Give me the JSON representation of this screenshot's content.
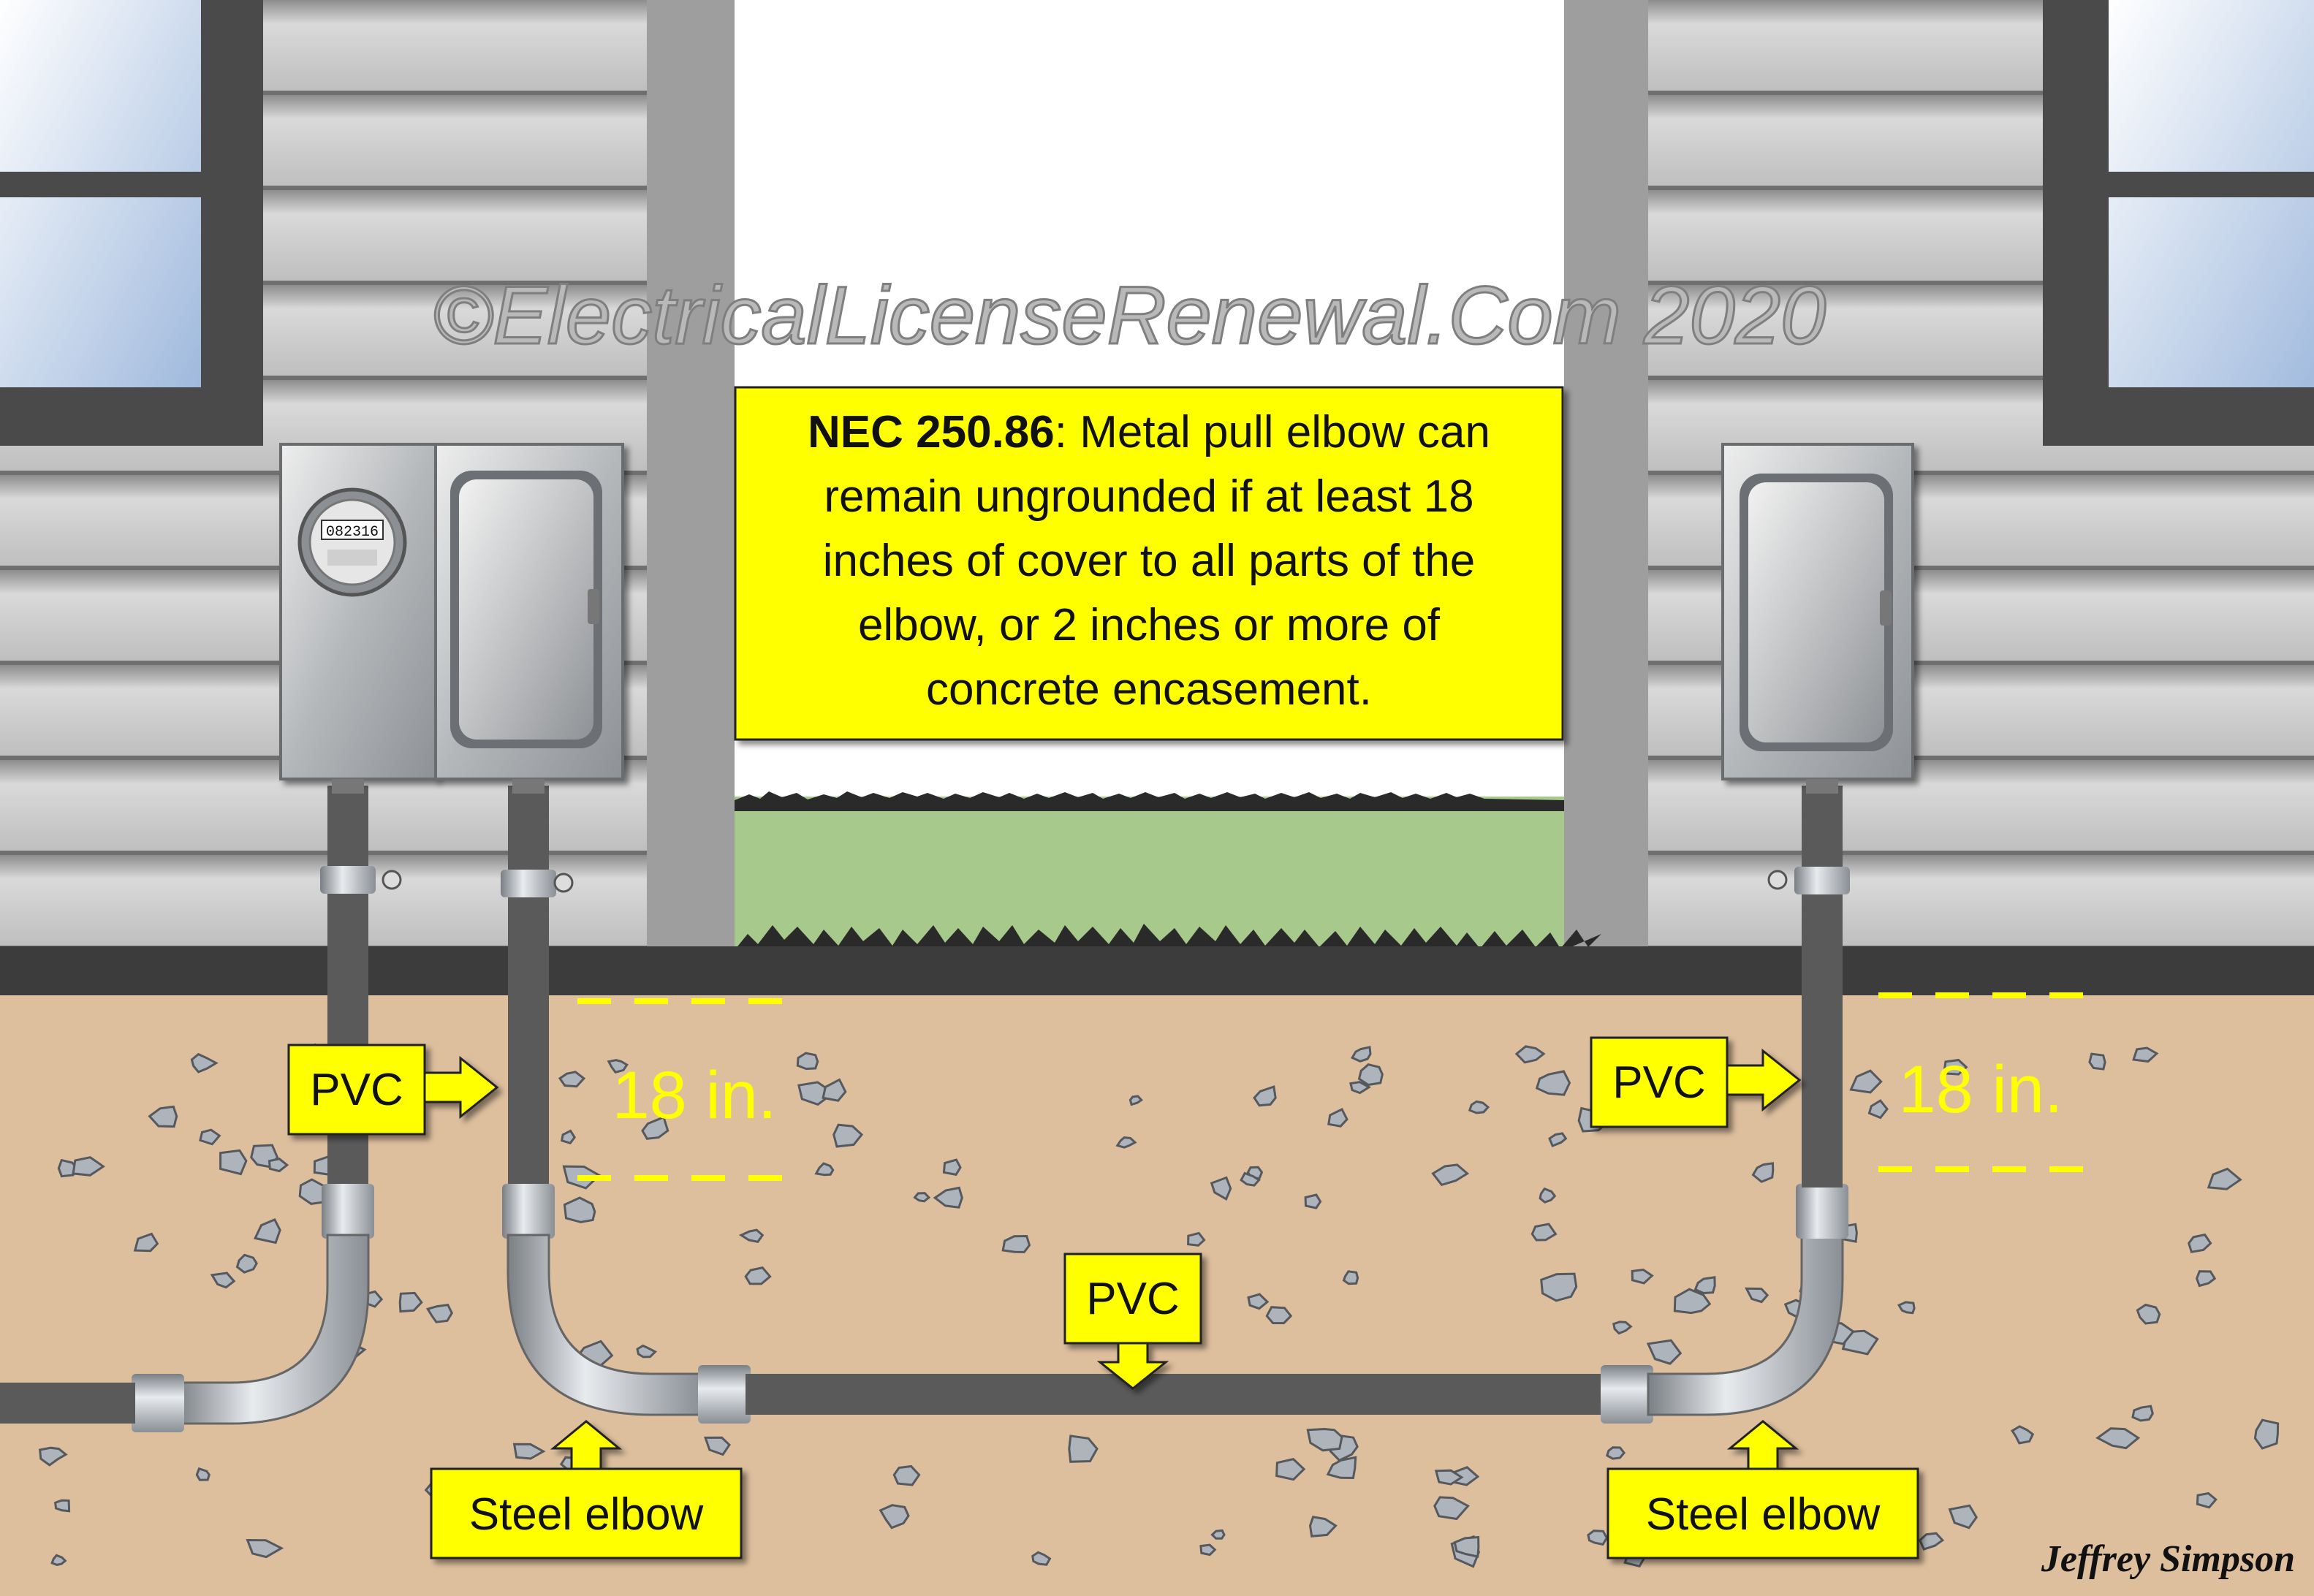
{
  "watermark": "©ElectricalLicenseRenewal.Com 2020",
  "note": {
    "code": "NEC 250.86",
    "lines": [
      ": Metal pull elbow can",
      "remain ungrounded if at least 18",
      "inches of cover to all parts of the",
      "elbow, or 2 inches or more of",
      "concrete encasement."
    ]
  },
  "meter_reading": "082316",
  "labels": {
    "pvc_left": "PVC",
    "pvc_right": "PVC",
    "pvc_center": "PVC",
    "steel_elbow_left": "Steel elbow",
    "steel_elbow_right": "Steel elbow"
  },
  "depth": {
    "left": "18 in.",
    "right": "18 in."
  },
  "signature": "Jeffrey Simpson",
  "colors": {
    "callout_yellow": "#ffff00",
    "dirt": "#ddbf9e",
    "siding": "#c9c9c9",
    "grass": "#a7c98c",
    "conduit": "#555555",
    "steel": "#c8ccd0"
  }
}
